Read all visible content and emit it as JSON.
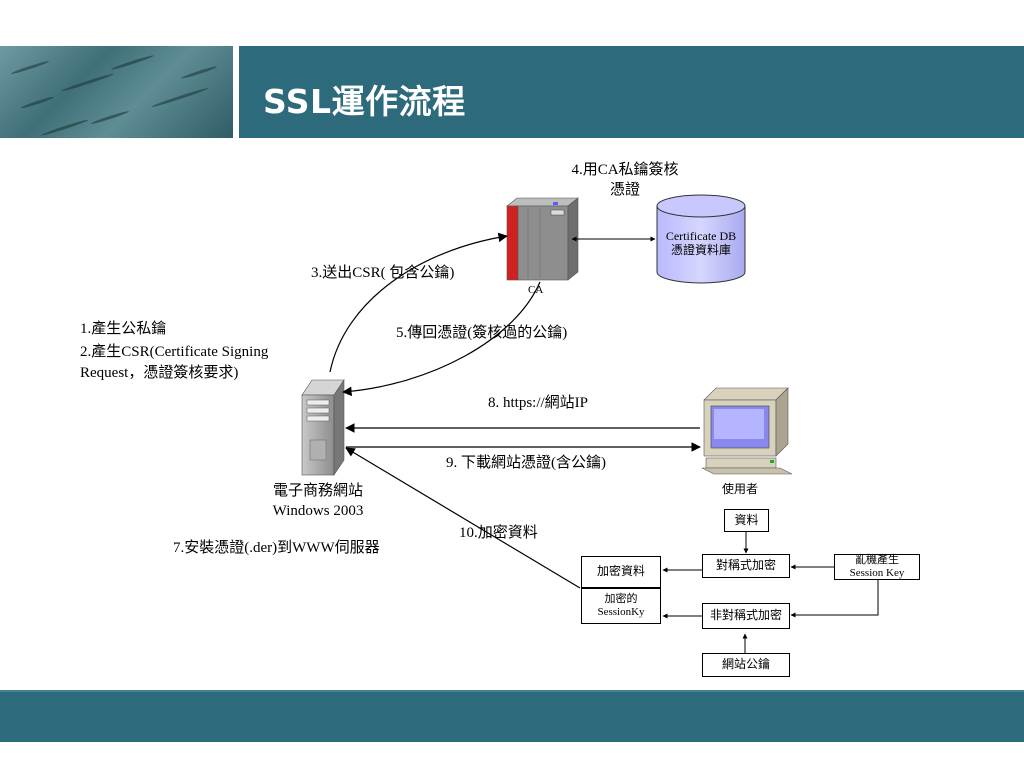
{
  "slide": {
    "title": "SSL運作流程"
  },
  "nodes": {
    "ca_label": "CA",
    "db_line1": "Certificate DB",
    "db_line2": "憑證資料庫",
    "server_line1": "電子商務網站",
    "server_line2": "Windows 2003",
    "user_label": "使用者"
  },
  "steps": {
    "step1": "1.產生公私鑰",
    "step2a": "2.產生CSR(Certificate Signing",
    "step2b": "Request，憑證簽核要求)",
    "step3": "3.送出CSR( 包含公鑰)",
    "step4a": "4.用CA私鑰簽核",
    "step4b": "憑證",
    "step5": "5.傳回憑證(簽核過的公鑰)",
    "step7": "7.安裝憑證(.der)到WWW伺服器",
    "step8": "8. https://網站IP",
    "step9": "9. 下載網站憑證(含公鑰)",
    "step10": "10.加密資料"
  },
  "boxes": {
    "data": "資料",
    "symmetric": "對稱式加密",
    "random_line1": "亂機產生",
    "random_line2": "Session Key",
    "encrypted_data": "加密資料",
    "encrypted_key_line1": "加密的",
    "encrypted_key_line2": "SessionKy",
    "asymmetric": "非對稱式加密",
    "site_pubkey": "網站公鑰"
  }
}
